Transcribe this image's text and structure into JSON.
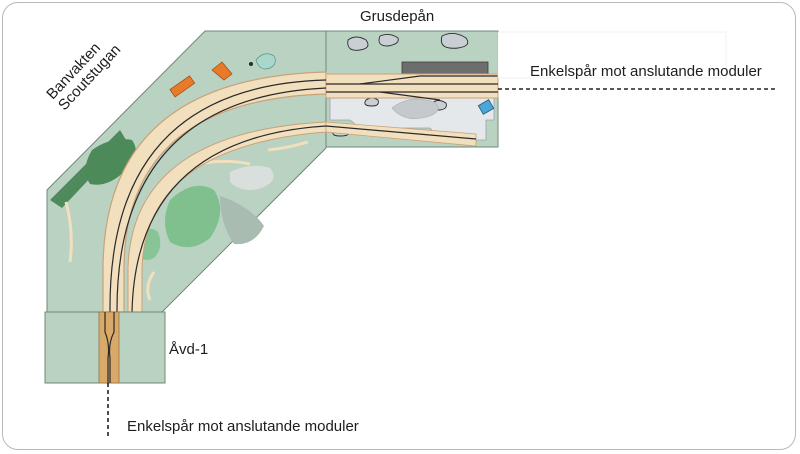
{
  "labels": {
    "gravel_depot": "Grusdepån",
    "single_track_right": "Enkelspår mot anslutande moduler",
    "single_track_bottom": "Enkelspår mot anslutande moduler",
    "station": "Åvd-1",
    "building_1": "Banvakten",
    "building_2": "Scoutstugan"
  },
  "colors": {
    "module_green": "#b9d2c2",
    "dark_green": "#4f8a5d",
    "light_green": "#7fc08e",
    "roadbed": "#f2dfbd",
    "roadbed_edge": "#c9a27a",
    "rail": "#2a2a2a",
    "depot_grey": "#e5e8ea",
    "building_orange": "#e87a2a"
  }
}
